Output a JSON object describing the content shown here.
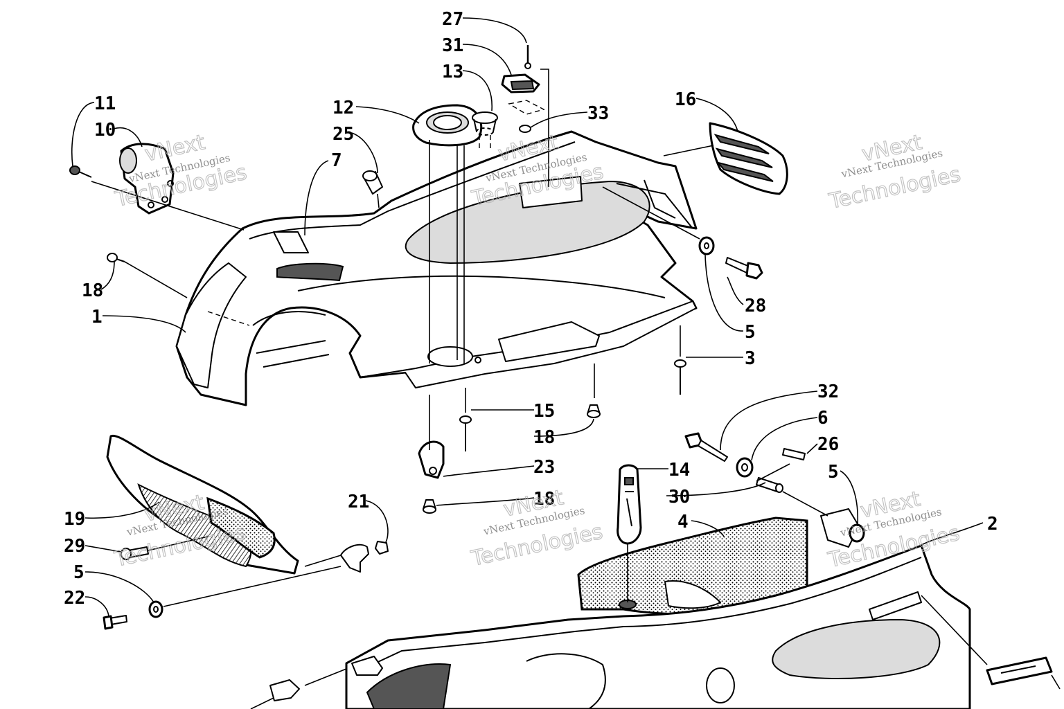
{
  "diagram": {
    "callouts": [
      {
        "id": "27",
        "text": "27"
      },
      {
        "id": "31",
        "text": "31"
      },
      {
        "id": "13",
        "text": "13"
      },
      {
        "id": "12",
        "text": "12"
      },
      {
        "id": "33",
        "text": "33"
      },
      {
        "id": "16",
        "text": "16"
      },
      {
        "id": "11",
        "text": "11"
      },
      {
        "id": "10",
        "text": "10"
      },
      {
        "id": "25",
        "text": "25"
      },
      {
        "id": "7",
        "text": "7"
      },
      {
        "id": "18a",
        "text": "18"
      },
      {
        "id": "1",
        "text": "1"
      },
      {
        "id": "28",
        "text": "28"
      },
      {
        "id": "5a",
        "text": "5"
      },
      {
        "id": "3",
        "text": "3"
      },
      {
        "id": "15",
        "text": "15"
      },
      {
        "id": "18b",
        "text": "18"
      },
      {
        "id": "32",
        "text": "32"
      },
      {
        "id": "6",
        "text": "6"
      },
      {
        "id": "26",
        "text": "26"
      },
      {
        "id": "23",
        "text": "23"
      },
      {
        "id": "14",
        "text": "14"
      },
      {
        "id": "5b",
        "text": "5"
      },
      {
        "id": "30",
        "text": "30"
      },
      {
        "id": "18c",
        "text": "18"
      },
      {
        "id": "21",
        "text": "21"
      },
      {
        "id": "4",
        "text": "4"
      },
      {
        "id": "2",
        "text": "2"
      },
      {
        "id": "19",
        "text": "19"
      },
      {
        "id": "29",
        "text": "29"
      },
      {
        "id": "5c",
        "text": "5"
      },
      {
        "id": "22",
        "text": "22"
      }
    ],
    "watermark": {
      "line1": "vNext Technologies",
      "line2": "vNext",
      "line3": "Technologies"
    }
  }
}
